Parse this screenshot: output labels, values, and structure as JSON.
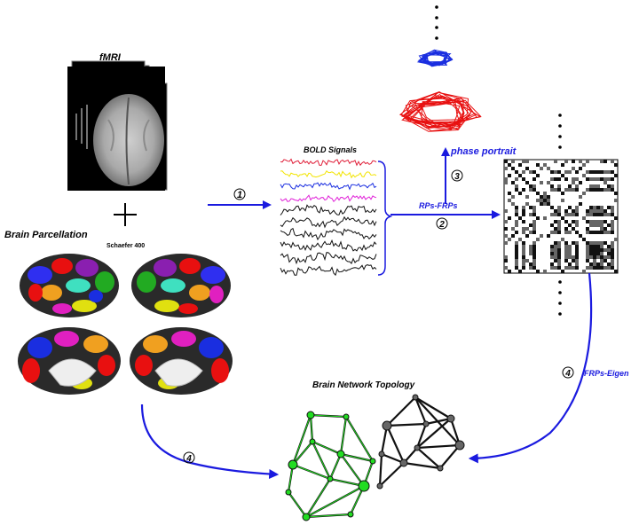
{
  "labels": {
    "fmri": "fMRI",
    "bold_signals": "BOLD Signals",
    "phase_portrait": "phase portrait",
    "rps_frps": "RPs-FRPs",
    "brain_parcellation": "Brain Parcellation",
    "schaefer": "Schaefer 400",
    "frps_eigen": "FRPs-Eigen",
    "brain_network_topology": "Brain Network Topology"
  },
  "steps": {
    "step1": "1",
    "step2": "2",
    "step3": "3",
    "step4a": "4",
    "step4b": "4"
  },
  "colors": {
    "arrow": "#1a1adf",
    "signal_red": "#e0203a",
    "signal_yellow": "#f2e400",
    "signal_blue": "#1a2ee0",
    "signal_magenta": "#e020d8",
    "signal_black": "#111111",
    "portrait_blue": "#1a2ee0",
    "portrait_red": "#e81010",
    "network_green": "#22dd22",
    "network_gray": "#444444"
  }
}
